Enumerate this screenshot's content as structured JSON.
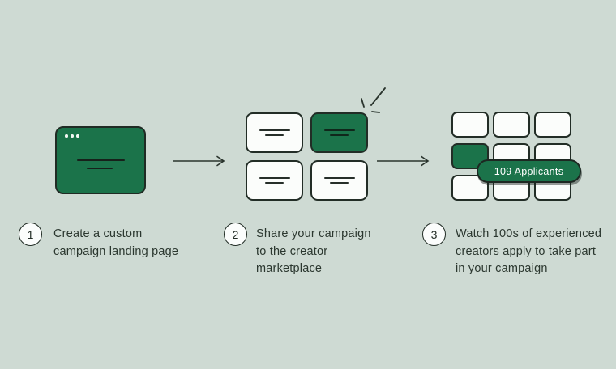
{
  "palette": {
    "background": "#cedad3",
    "brand_green": "#1b734a",
    "outline_dark": "#222d26",
    "card_white": "#fbfdfb",
    "text_dark": "#2b372f",
    "badge_text": "#ffffff"
  },
  "steps": [
    {
      "number": "1",
      "lines": [
        "Create a custom",
        "campaign landing page"
      ]
    },
    {
      "number": "2",
      "lines": [
        "Share your campaign",
        "to the creator",
        "marketplace"
      ]
    },
    {
      "number": "3",
      "lines": [
        "Watch 100s of experienced",
        "creators apply to take part",
        "in your campaign"
      ]
    }
  ],
  "illustrations": {
    "browser_window": {
      "dot_count": 3,
      "content_lines": 2
    },
    "marketplace_grid": {
      "rows": 2,
      "cols": 2,
      "green_cells": [
        1
      ],
      "cards_have_lines": true
    },
    "applicants_grid": {
      "rows": 3,
      "cols": 3,
      "green_cells": [
        3
      ],
      "cards_have_lines": false
    },
    "badge_label": "109 Applicants"
  },
  "icons": {
    "arrow_right": "→",
    "click_sparkle": "burst-lines"
  }
}
